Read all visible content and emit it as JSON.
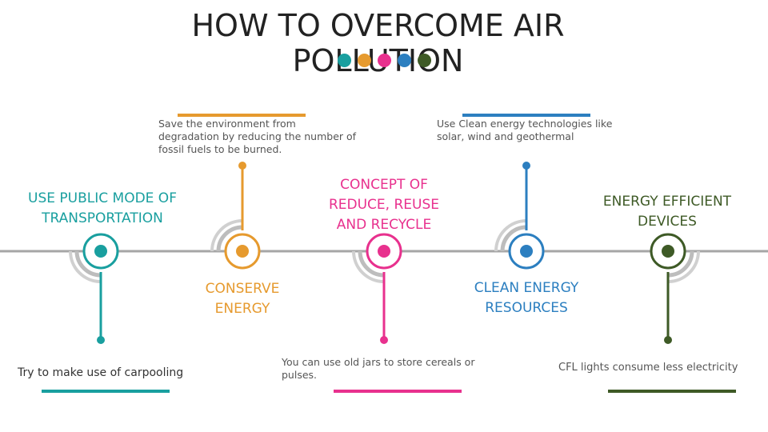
{
  "title": {
    "line1": "HOW TO OVERCOME AIR",
    "line2": "POLLUTION"
  },
  "colors": {
    "teal": "#199f9f",
    "orange": "#e69a2e",
    "pink": "#e8318e",
    "blue": "#2c7fc0",
    "green": "#3e5a26",
    "gray": "#a6a6a6"
  },
  "steps": [
    {
      "label": "USE PUBLIC MODE OF TRANSPORTATION",
      "description": "Try to make use of carpooling",
      "color": "#199f9f"
    },
    {
      "label": "CONSERVE ENERGY",
      "description": "Save the environment from degradation by reducing the number of fossil fuels to be burned.",
      "color": "#e69a2e"
    },
    {
      "label": "CONCEPT OF REDUCE, REUSE AND RECYCLE",
      "description": "You can use old jars to store cereals or pulses.",
      "color": "#e8318e"
    },
    {
      "label": "CLEAN ENERGY RESOURCES",
      "description": "Use Clean energy technologies like solar, wind and geothermal",
      "color": "#2c7fc0"
    },
    {
      "label": "ENERGY EFFICIENT DEVICES",
      "description": "CFL lights consume less electricity",
      "color": "#3e5a26"
    }
  ]
}
